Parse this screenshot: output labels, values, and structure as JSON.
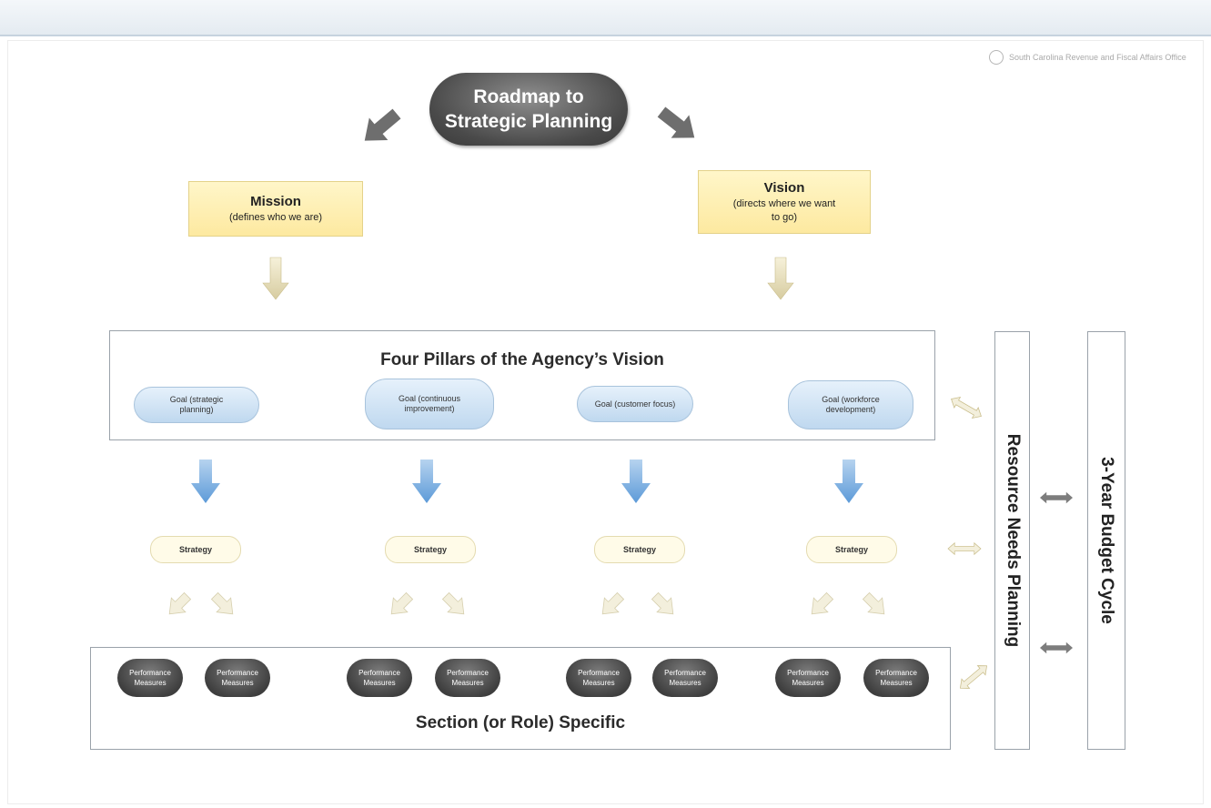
{
  "watermark": "South Carolina Revenue and Fiscal Affairs Office",
  "title": {
    "line1": "Roadmap to",
    "line2": "Strategic Planning"
  },
  "mission": {
    "heading": "Mission",
    "subtitle": "(defines who we are)"
  },
  "vision": {
    "heading": "Vision",
    "subtitle": "(directs where we want to go)"
  },
  "pillars": {
    "title": "Four Pillars of the Agency’s Vision",
    "goals": [
      {
        "label": "Goal (strategic planning)"
      },
      {
        "label": "Goal (continuous improvement)"
      },
      {
        "label": "Goal (customer focus)"
      },
      {
        "label": "Goal (workforce development)"
      }
    ]
  },
  "strategies": [
    "Strategy",
    "Strategy",
    "Strategy",
    "Strategy"
  ],
  "section": {
    "title": "Section (or Role) Specific",
    "measures": [
      "Performance Measures",
      "Performance Measures",
      "Performance Measures",
      "Performance Measures",
      "Performance Measures",
      "Performance Measures",
      "Performance Measures",
      "Performance Measures"
    ]
  },
  "resource_needs_label": "Resource Needs Planning",
  "budget_cycle_label": "3-Year Budget Cycle",
  "colors": {
    "title_oval": "#4a4a4a",
    "yellow_box": "#fde9a0",
    "goal_blue": "#bfd8ef",
    "down_arrow_blue": "#7fb3e3",
    "gray_arrow": "#6e6e6e",
    "cream_arrow": "#ddd5b0"
  }
}
